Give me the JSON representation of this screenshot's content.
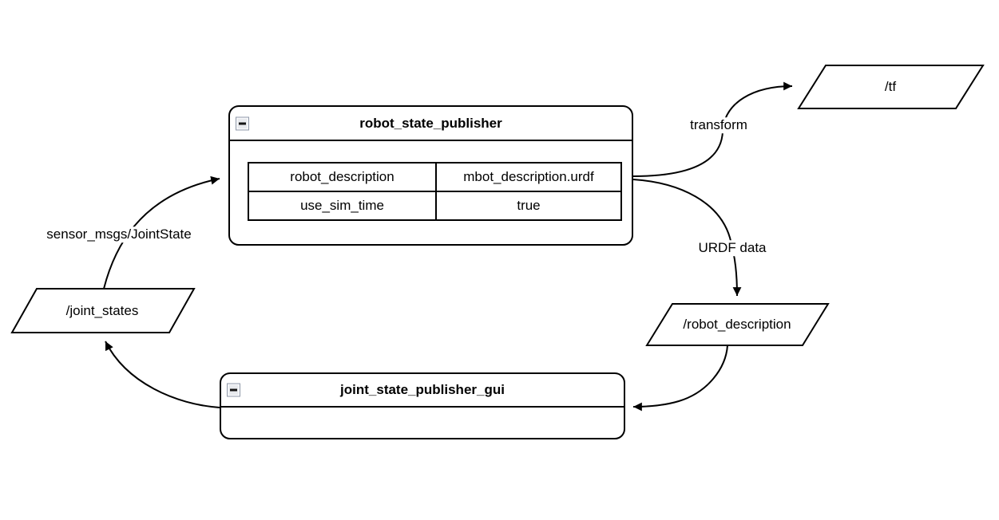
{
  "diagram": {
    "nodes": {
      "robot_state_publisher": {
        "title": "robot_state_publisher",
        "params": {
          "rows": [
            [
              "robot_description",
              "mbot_description.urdf"
            ],
            [
              "use_sim_time",
              "true"
            ]
          ]
        }
      },
      "joint_state_publisher_gui": {
        "title": "joint_state_publisher_gui"
      }
    },
    "topics": {
      "tf": "/tf",
      "joint_states": "/joint_states",
      "robot_description": "/robot_description"
    },
    "edge_labels": {
      "transform": "transform",
      "urdf_data": "URDF data",
      "joint_state_msg": "sensor_msgs/JointState"
    },
    "colors": {
      "stroke": "#000000",
      "shape_fill": "#ffffff",
      "collapse_fill": "#e8eaee",
      "collapse_border": "#8f98a8"
    }
  }
}
